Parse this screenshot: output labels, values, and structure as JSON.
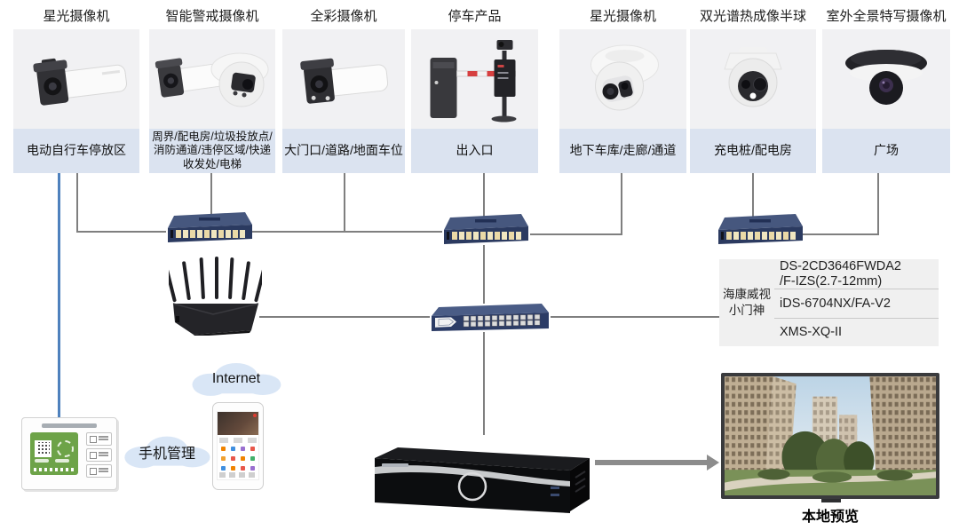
{
  "cards": [
    {
      "title": "星光摄像机",
      "label": "电动自行车停放区"
    },
    {
      "title": "智能警戒摄像机",
      "label": "周界/配电房/垃圾投放点/消防通道/违停区域/快递收发处/电梯"
    },
    {
      "title": "全彩摄像机",
      "label": "大门口/道路/地面车位"
    },
    {
      "title": "停车产品",
      "label": "出入口"
    },
    {
      "title": "星光摄像机",
      "label": "地下车库/走廊/通道"
    },
    {
      "title": "双光谱热成像半球",
      "label": "充电桩/配电房"
    },
    {
      "title": "室外全景特写摄像机",
      "label": "广场"
    }
  ],
  "model_box": {
    "vendor_label": "海康威视\n小门神",
    "models": [
      "DS-2CD3646FWDA2\n/F-IZS(2.7-12mm)",
      "iDS-6704NX/FA-V2",
      "XMS-XQ-II"
    ]
  },
  "clouds": {
    "internet_label": "Internet",
    "mobile_label": "手机管理"
  },
  "monitor_caption": "本地预览",
  "colors": {
    "label_bg": "#dbe3f0",
    "image_bg": "#f1f1f3",
    "line_gray": "#7f7f7f",
    "line_blue": "#4f81bd",
    "switch_blue": "#2c3c66",
    "cloud_blue": "#d9e6f6"
  }
}
